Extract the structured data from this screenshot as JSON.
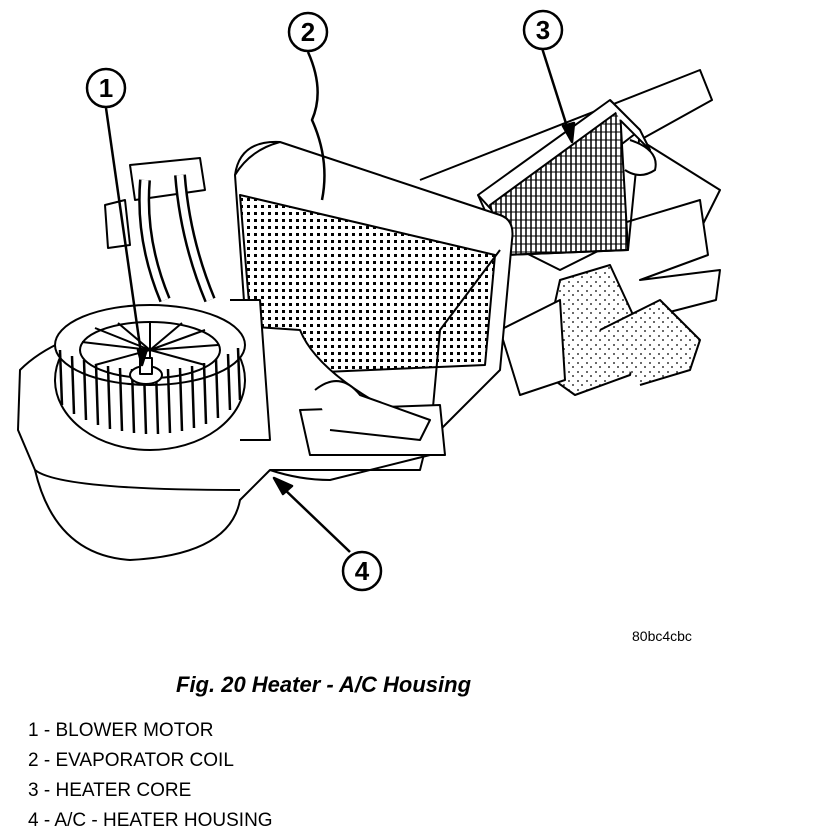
{
  "figure": {
    "image_code": "80bc4cbc",
    "caption": "Fig. 20 Heater - A/C Housing"
  },
  "callouts": [
    {
      "number": "1",
      "label": "BLOWER MOTOR"
    },
    {
      "number": "2",
      "label": "EVAPORATOR COIL"
    },
    {
      "number": "3",
      "label": "HEATER CORE"
    },
    {
      "number": "4",
      "label": "A/C - HEATER HOUSING"
    }
  ],
  "legend_separator": " - ",
  "colors": {
    "ink": "#000000",
    "paper": "#ffffff"
  }
}
